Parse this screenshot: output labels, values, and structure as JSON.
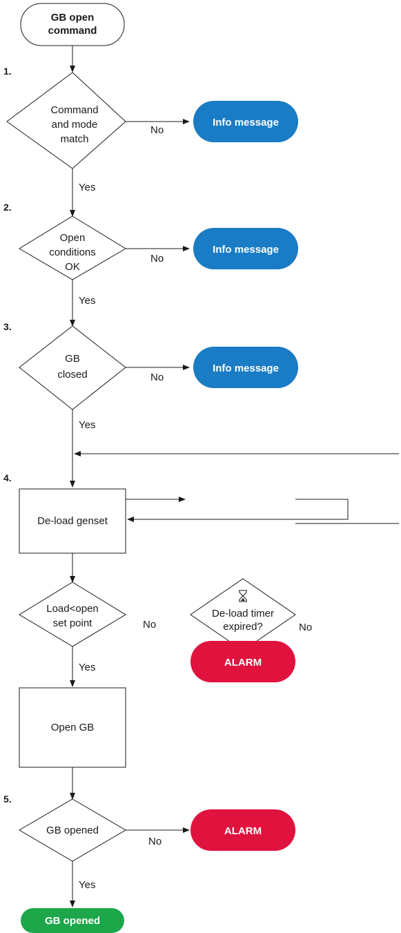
{
  "colors": {
    "info": "#1a7cc4",
    "alarm": "#e0123e",
    "success": "#1ea64a",
    "line": "#1a1a1a"
  },
  "start": {
    "line1": "GB open",
    "line2": "command"
  },
  "steps": {
    "s1": "1.",
    "s2": "2.",
    "s3": "3.",
    "s4": "4.",
    "s5": "5."
  },
  "decisions": {
    "d1": {
      "line1": "Command",
      "line2": "and mode",
      "line3": "match"
    },
    "d2": {
      "line1": "Open",
      "line2": "conditions",
      "line3": "OK"
    },
    "d3": {
      "line1": "GB",
      "line2": "closed"
    },
    "d4": {
      "line1": "Load<open",
      "line2": "set point"
    },
    "d5": {
      "line1": "De-load timer",
      "line2": "expired?",
      "icon": "hourglass-icon"
    },
    "d6": {
      "line1": "GB opened"
    }
  },
  "processes": {
    "p1": "De-load genset",
    "p2": "Open GB"
  },
  "terminals": {
    "info1": "Info message",
    "info2": "Info message",
    "info3": "Info message",
    "alarm1": "ALARM",
    "alarm2": "ALARM",
    "end": "GB opened"
  },
  "labels": {
    "yes": "Yes",
    "no": "No"
  }
}
